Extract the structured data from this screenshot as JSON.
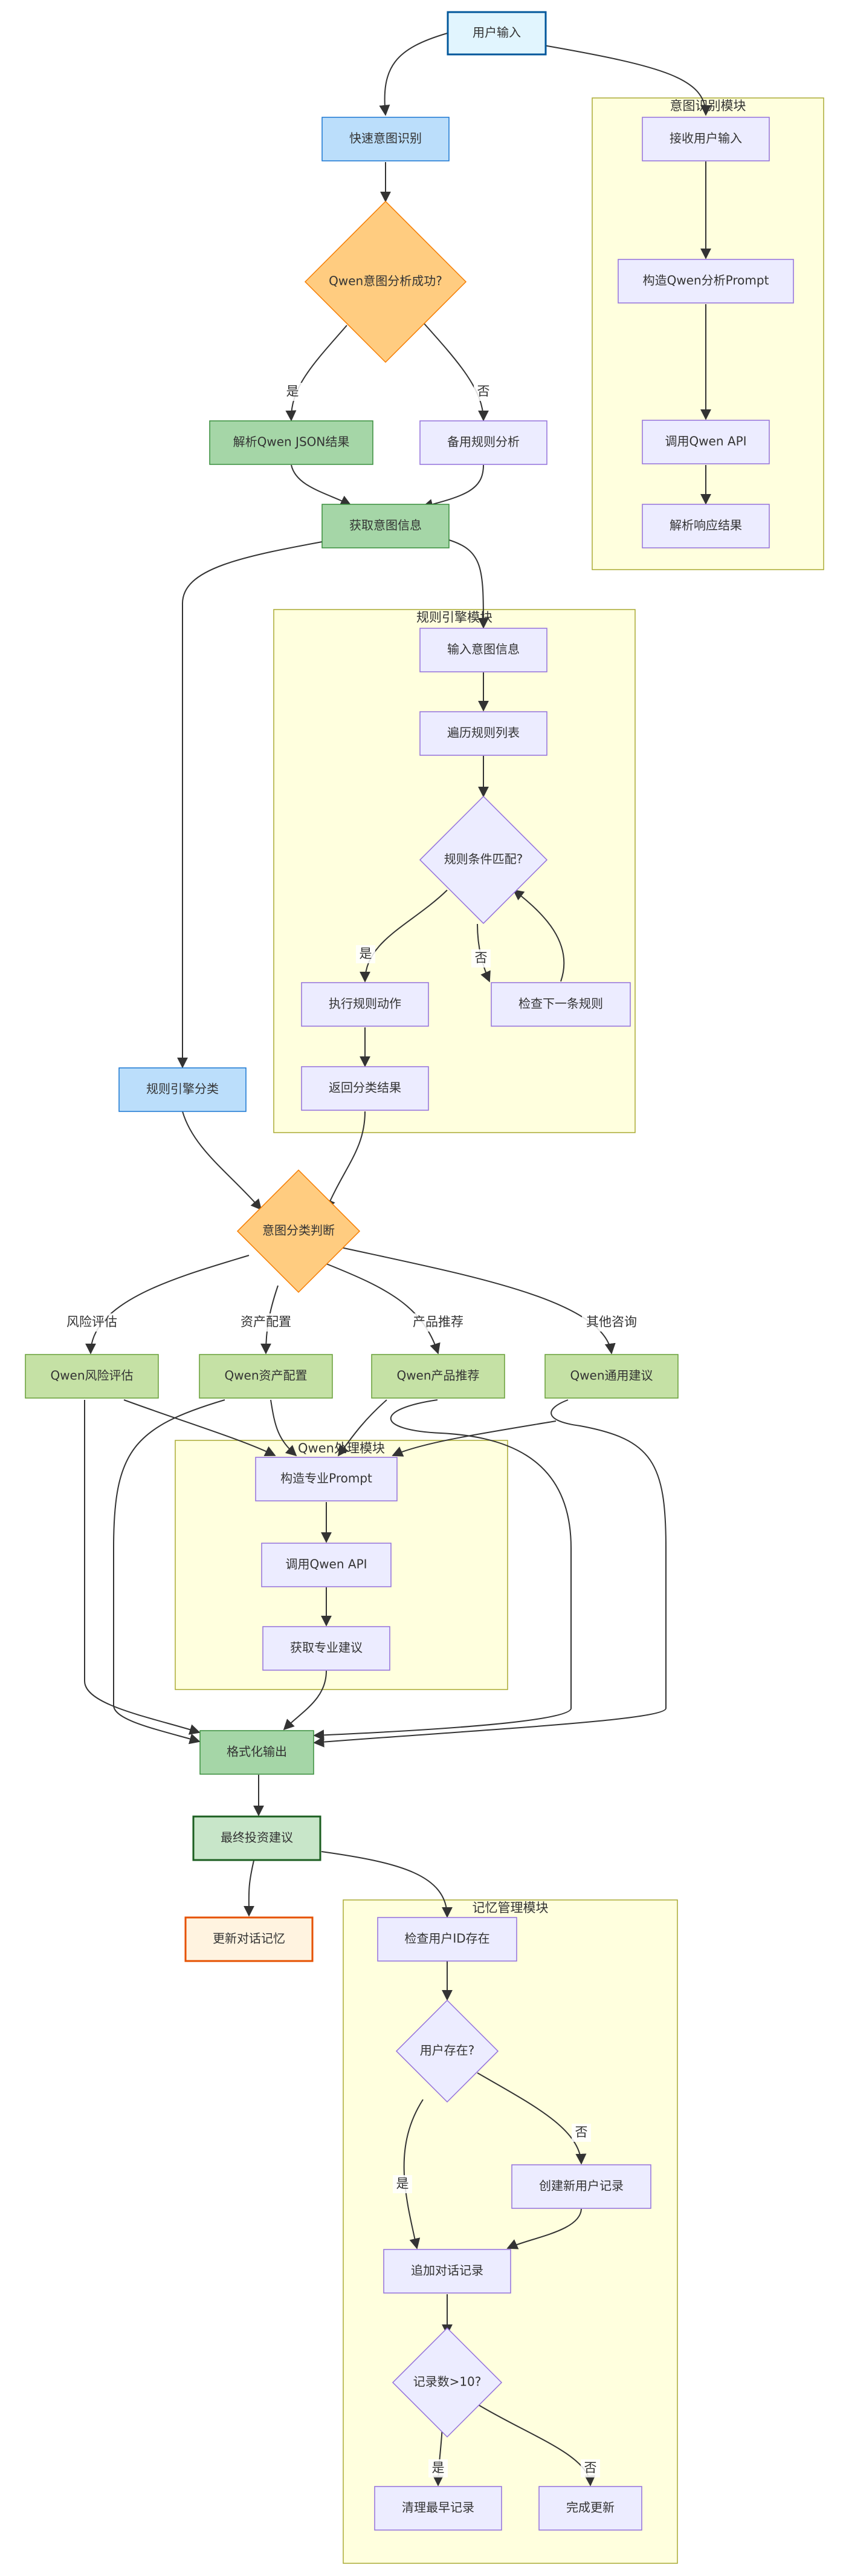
{
  "groups": {
    "intent_module": "意图识别模块",
    "rule_engine": "规则引擎模块",
    "qwen_module": "Qwen处理模块",
    "memory_module": "记忆管理模块"
  },
  "nodes": {
    "user_input": "用户输入",
    "fast_intent": "快速意图识别",
    "qwen_success": "Qwen意图分析成功?",
    "parse_json": "解析Qwen JSON结果",
    "fallback_rules": "备用规则分析",
    "get_intent": "获取意图信息",
    "receive_input": "接收用户输入",
    "build_prompt_analysis": "构造Qwen分析Prompt",
    "call_api_1": "调用Qwen API",
    "parse_response": "解析响应结果",
    "input_intent": "输入意图信息",
    "iterate_rules": "遍历规则列表",
    "rule_match": "规则条件匹配?",
    "exec_action": "执行规则动作",
    "check_next": "检查下一条规则",
    "return_result": "返回分类结果",
    "rule_classify": "规则引擎分类",
    "intent_classify": "意图分类判断",
    "qwen_risk": "Qwen风险评估",
    "qwen_asset": "Qwen资产配置",
    "qwen_product": "Qwen产品推荐",
    "qwen_general": "Qwen通用建议",
    "build_pro_prompt": "构造专业Prompt",
    "call_api_2": "调用Qwen API",
    "get_advice": "获取专业建议",
    "format_output": "格式化输出",
    "final_advice": "最终投资建议",
    "update_memory": "更新对话记忆",
    "check_user": "检查用户ID存在",
    "user_exists": "用户存在?",
    "create_user": "创建新用户记录",
    "append_record": "追加对话记录",
    "record_count": "记录数>10?",
    "clean_oldest": "清理最早记录",
    "finish_update": "完成更新"
  },
  "edge_labels": {
    "yes_1": "是",
    "no_1": "否",
    "yes_2": "是",
    "no_2": "否",
    "risk": "风险评估",
    "asset": "资产配置",
    "product": "产品推荐",
    "other": "其他咨询",
    "no_3": "否",
    "yes_3": "是",
    "yes_4": "是",
    "no_4": "否"
  },
  "colors": {
    "default_fill": "#ECECFF",
    "default_stroke": "#9370DB",
    "blue_fill": "#BBDEFB",
    "blue_stroke": "#1976D2",
    "light_blue_fill": "#E1F5FE",
    "dark_blue_stroke": "#01579B",
    "orange_fill": "#FFCC80",
    "orange_stroke": "#F57C00",
    "green_fill": "#A5D6A7",
    "green_stroke": "#388E3C",
    "light_green_fill": "#C5E1A5",
    "light_green_stroke": "#689F38",
    "final_fill": "#C8E6C9",
    "final_stroke": "#1B5E20",
    "memory_fill": "#FFF3E0",
    "memory_stroke": "#E65100",
    "group_fill": "#FFFFDE",
    "group_stroke": "#AAAA33"
  }
}
